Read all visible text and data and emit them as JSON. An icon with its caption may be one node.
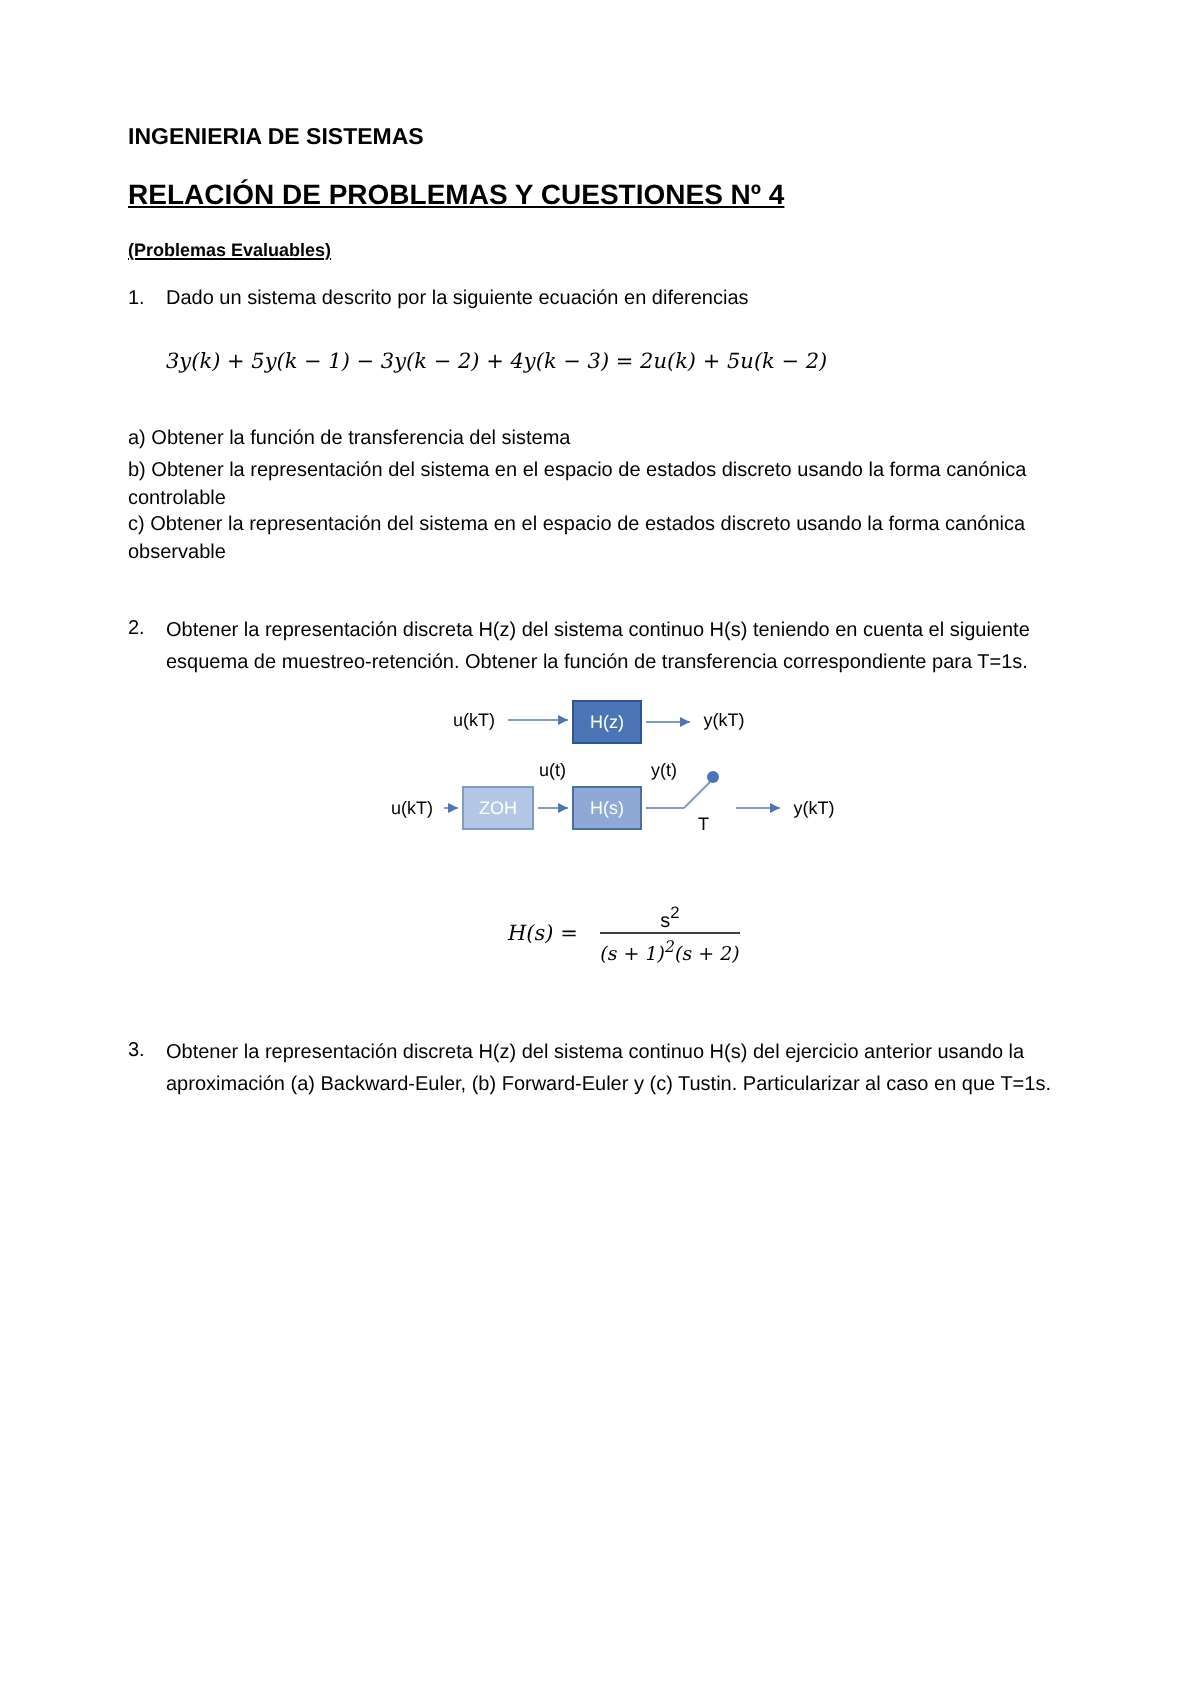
{
  "diagram": {
    "title": "RELACIÓN DE PROBLEMAS Y CUESTIONES Nº 4",
    "nodes": [
      {
        "text": [
          "u(kT)"
        ]
      },
      {
        "text": [
          "H(z)"
        ]
      },
      {
        "text": [
          "y(kT)"
        ]
      },
      {
        "text": [
          "u(kT)"
        ]
      },
      {
        "text": [
          "ZOH"
        ]
      },
      {
        "text": [
          "H(s)"
        ]
      },
      {
        "text": [],
        "shape": "switch",
        "beside": [
          "T"
        ]
      },
      {
        "text": [
          "y(kT)"
        ]
      }
    ],
    "edges": [
      {
        "from": 0,
        "to": 1,
        "arrow": "to"
      },
      {
        "from": 1,
        "to": 2,
        "arrow": "to"
      },
      {
        "from": 3,
        "to": 4,
        "arrow": "to"
      },
      {
        "from": 4,
        "to": 5,
        "arrow": "to",
        "label": "u(t)"
      },
      {
        "from": 5,
        "to": 6,
        "arrow": "none",
        "label": "y(t)"
      },
      {
        "from": 6,
        "to": 7,
        "arrow": "to"
      }
    ],
    "labels": [
      "INGENIERIA DE SISTEMAS",
      "(Problemas Evaluables)",
      "1.",
      "Dado un sistema descrito por la siguiente ecuación en diferencias",
      "3y(k) + 5y(k − 1) − 3y(k − 2) + 4y(k − 3) = 2u(k) + 5u(k − 2)",
      "a) Obtener la función de transferencia del sistema",
      "b) Obtener la representación del sistema en el espacio de estados discreto usando la forma canónica controlable",
      "c) Obtener la representación del sistema en el espacio de estados discreto usando la forma canónica observable",
      "2.",
      "Obtener la representación discreta H(z) del sistema continuo H(s) teniendo en cuenta el siguiente esquema de muestreo-retención. Obtener la función de transferencia correspondiente para T=1s.",
      "H(s) =",
      "s$^{2}$",
      "(s + 1)$^{2}$(s + 2)",
      "3.",
      "Obtener la representación discreta H(z) del sistema continuo H(s) del ejercicio anterior usando la aproximación (a) Backward-Euler, (b) Forward-Euler y (c) Tustin. Particularizar al caso en que T=1s."
    ]
  }
}
